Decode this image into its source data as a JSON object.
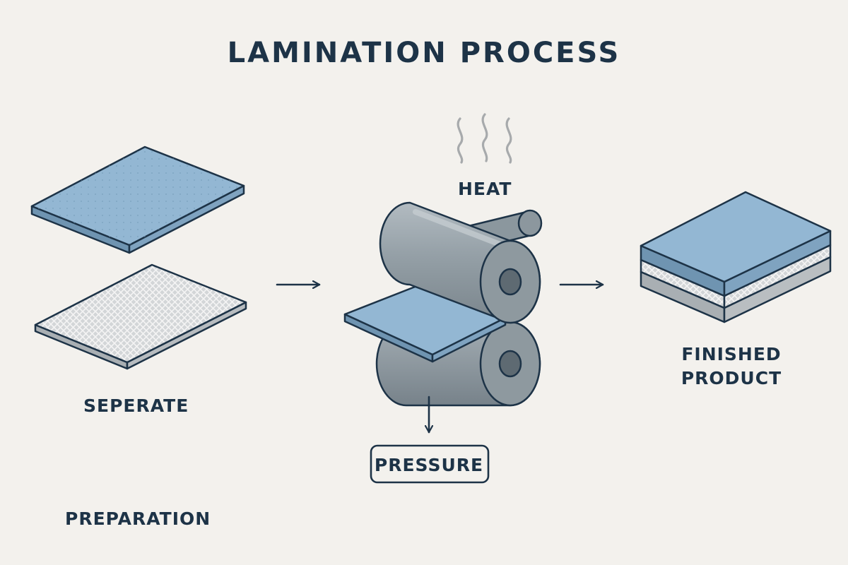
{
  "title": "LAMINATION PROCESS",
  "labels": {
    "separate": "SEPERATE",
    "heat": "HEAT",
    "pressure": "PRESSURE",
    "finished_line1": "FINISHED",
    "finished_line2": "PRODUCT",
    "preparation": "PREPARATION"
  },
  "colors": {
    "background": "#f3f1ed",
    "ink": "#1d3347",
    "film_blue": "#8fb3d0",
    "mesh_gray": "#cfd2d4",
    "roller_gray": "#8f9aa1",
    "steam_gray": "#a7aaac"
  },
  "icons": [
    "steam-icon",
    "arrow-right-icon",
    "arrow-down-icon"
  ]
}
